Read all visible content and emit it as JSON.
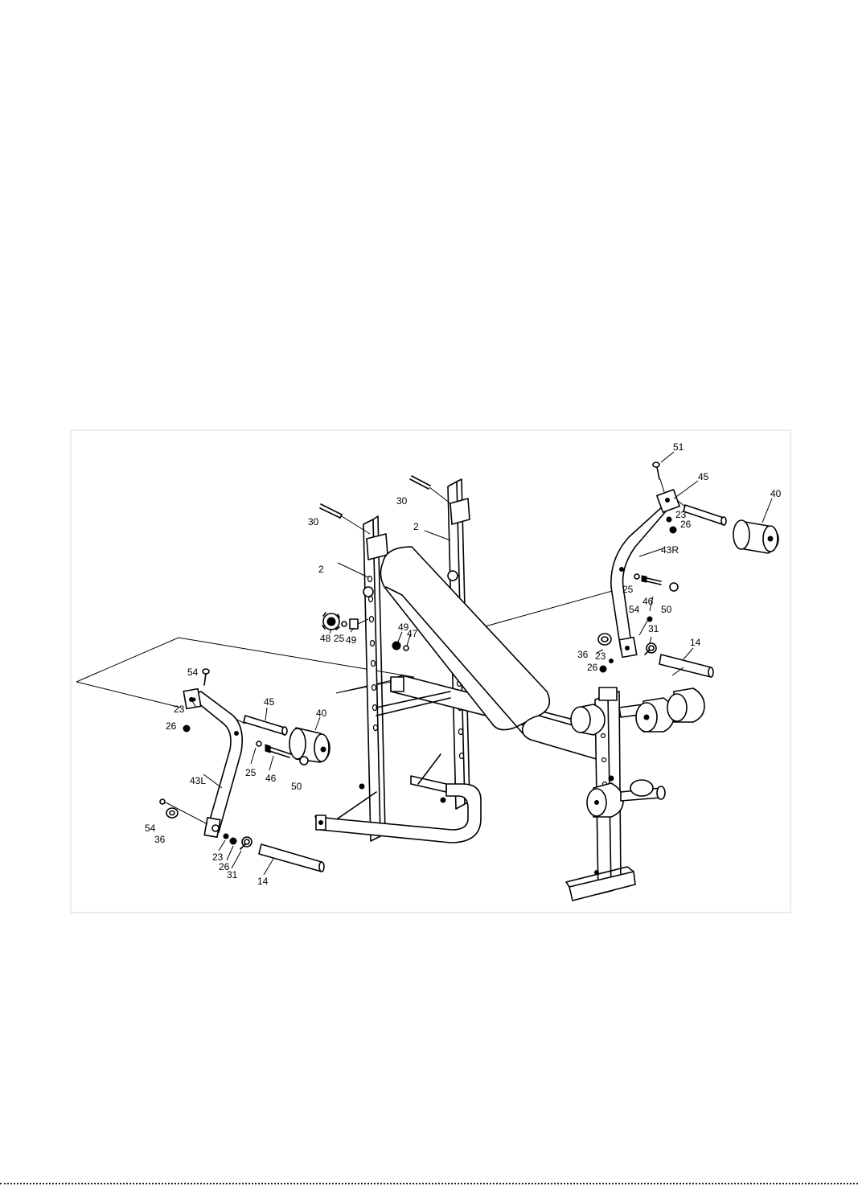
{
  "callouts": {
    "c51": "51",
    "c45r": "45",
    "c40r": "40",
    "c23r": "23",
    "c26r": "26",
    "c43r": "43R",
    "c25r": "25",
    "c46r": "46",
    "c50r": "50",
    "c54r": "54",
    "c31r": "31",
    "c14r": "14",
    "c36r": "36",
    "c23r2": "23",
    "c26r2": "26",
    "c30a": "30",
    "c30b": "30",
    "c2a": "2",
    "c2b": "2",
    "c48": "48",
    "c25m": "25",
    "c49m": "49",
    "c49b": "49",
    "c47": "47",
    "c54l": "54",
    "c23l": "23",
    "c26l": "26",
    "c45l": "45",
    "c40l": "40",
    "c25l": "25",
    "c46l": "46",
    "c50l": "50",
    "c43l": "43L",
    "c54l2": "54",
    "c36l": "36",
    "c23l2": "23",
    "c26l2": "26",
    "c31l": "31",
    "c14l": "14"
  }
}
